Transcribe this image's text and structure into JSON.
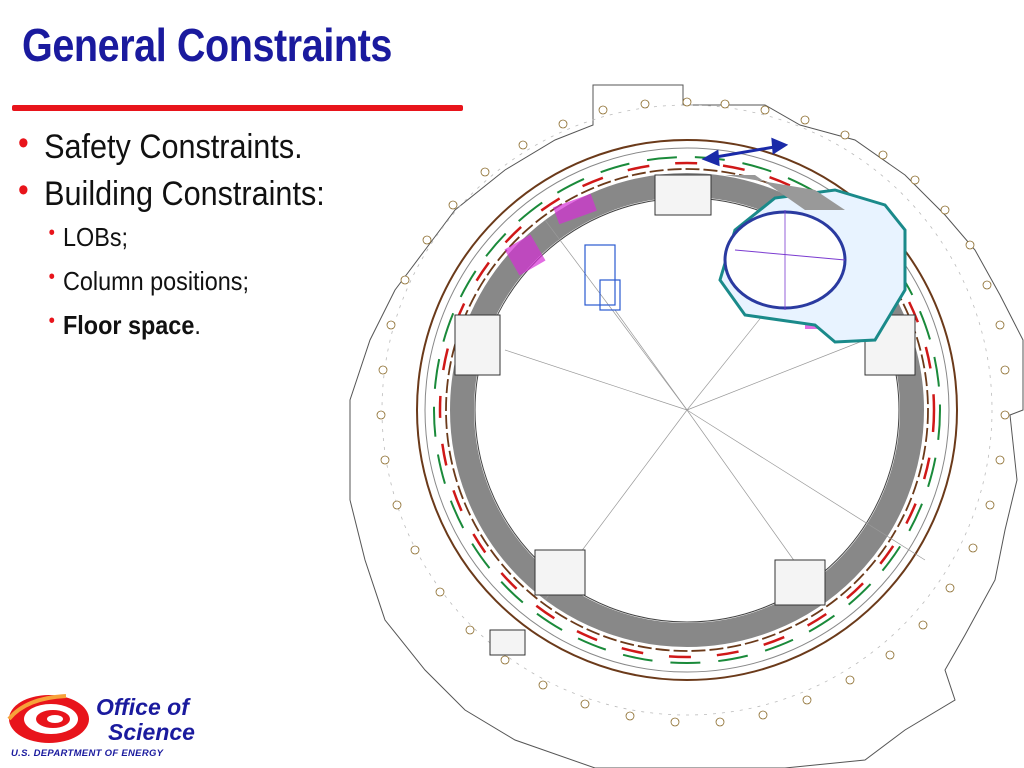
{
  "slide": {
    "title": "General Constraints",
    "bullets": [
      {
        "text": "Safety Constraints."
      },
      {
        "text": "Building Constraints:"
      }
    ],
    "sub_bullets": [
      {
        "text": "LOBs;"
      },
      {
        "text": "Column positions;"
      },
      {
        "bold_text": "Floor space",
        "after": "."
      }
    ]
  },
  "logo": {
    "line1": "Office of",
    "line2": "Science",
    "line3": "U.S. DEPARTMENT OF ENERGY"
  },
  "colors": {
    "title": "#1a1a9e",
    "accent": "#e8141b",
    "floor": "#888888"
  }
}
